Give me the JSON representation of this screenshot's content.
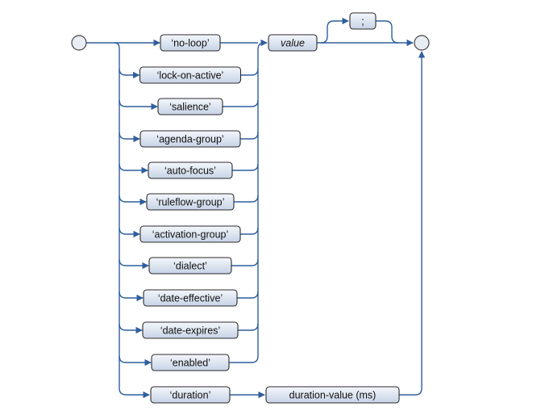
{
  "diagram": {
    "colors": {
      "line": "#2f5f9e",
      "box_fill_top": "#f4f7fc",
      "box_fill_bottom": "#c6d3e6",
      "box_stroke": "#2b2b2b",
      "node_fill": "#e9edf4"
    },
    "attributes": [
      "‘no-loop’",
      "‘lock-on-active’",
      "‘salience’",
      "‘agenda-group’",
      "‘auto-focus’",
      "‘ruleflow-group’",
      "‘activation-group’",
      "‘dialect’",
      "‘date-effective’",
      "‘date-expires’",
      "‘enabled’"
    ],
    "value_label": "value",
    "semicolon_label": ";",
    "duration_label": "‘duration’",
    "duration_value_label": "duration-value (ms)"
  }
}
